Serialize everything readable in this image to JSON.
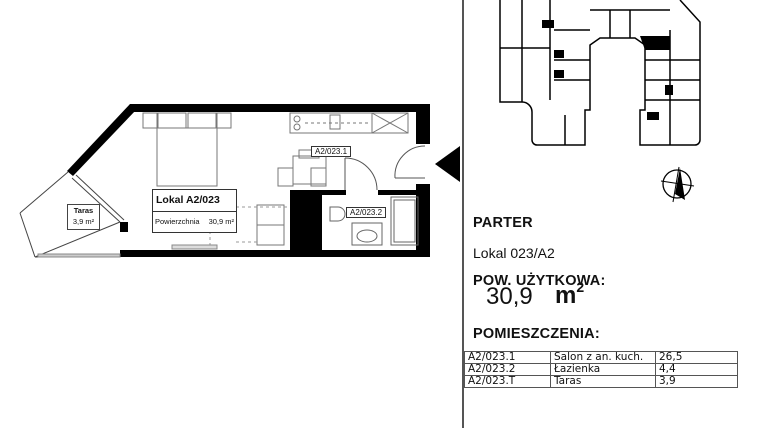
{
  "floor_plan": {
    "unit_label": {
      "title": "Lokal   A2/023",
      "area_label": "Powierzchnia",
      "area_value": "30,9 m²"
    },
    "room_tags": {
      "salon": "A2/023.1",
      "bathroom": "A2/023.2"
    },
    "terrace": {
      "name": "Taras",
      "area": "3,9 m²"
    },
    "entrance_marker": "entrance-arrow"
  },
  "key_plan": {
    "highlight_color": "#000000",
    "compass": "north-arrow"
  },
  "info": {
    "floor": "PARTER",
    "unit_name": "Lokal 023/A2",
    "usable_area_label": "POW. UŻYTKOWA:",
    "usable_area_value": "30,9",
    "usable_area_unit": "m",
    "usable_area_unit_exp": "2",
    "rooms_label": "POMIESZCZENIA:"
  },
  "rooms_table": {
    "rows": [
      {
        "id": "A2/023.1",
        "name": "Salon z an. kuch.",
        "area": "26,5"
      },
      {
        "id": "A2/023.2",
        "name": "Łazienka",
        "area": "4,4"
      },
      {
        "id": "A2/023.T",
        "name": "Taras",
        "area": "3,9"
      }
    ]
  }
}
